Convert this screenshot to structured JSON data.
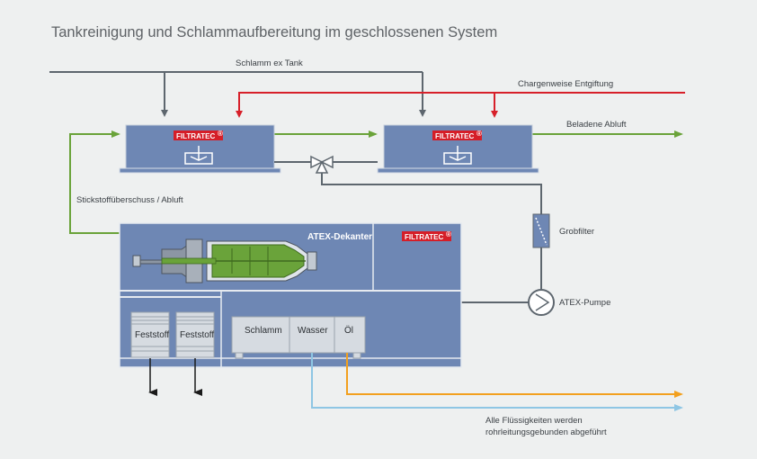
{
  "title": "Tankreinigung und Schlammaufbereitung im geschlossenen System",
  "labels": {
    "schlamm_ex_tank": "Schlamm ex Tank",
    "chargenweise": "Chargenweise Entgiftung",
    "beladene_abluft": "Beladene Abluft",
    "stickstoff": "Stickstoffüberschuss / Abluft",
    "atex_dekanter": "ATEX-Dekanter",
    "grobfilter": "Grobfilter",
    "atex_pumpe": "ATEX-Pumpe",
    "feststoff_1": "Feststoff",
    "feststoff_2": "Feststoff",
    "schlamm": "Schlamm",
    "wasser": "Wasser",
    "oel": "Öl",
    "fluessigkeiten_1": "Alle Flüssigkeiten werden",
    "fluessigkeiten_2": "rohrleitungsgebunden abgeführt"
  },
  "brand": {
    "logo_1": "FILTRATEC",
    "logo_2": "FILTRATEC",
    "logo_3": "FILTRATEC",
    "logo_mark": "®"
  },
  "colors": {
    "background": "#eef0f0",
    "unit_blue": "#6e87b4",
    "grey_line": "#5d666e",
    "red_line": "#d7202a",
    "green_line": "#6aa33a",
    "orange_line": "#f2a01e",
    "lightblue_line": "#8ec6e4",
    "logo_red": "#d51e28"
  }
}
